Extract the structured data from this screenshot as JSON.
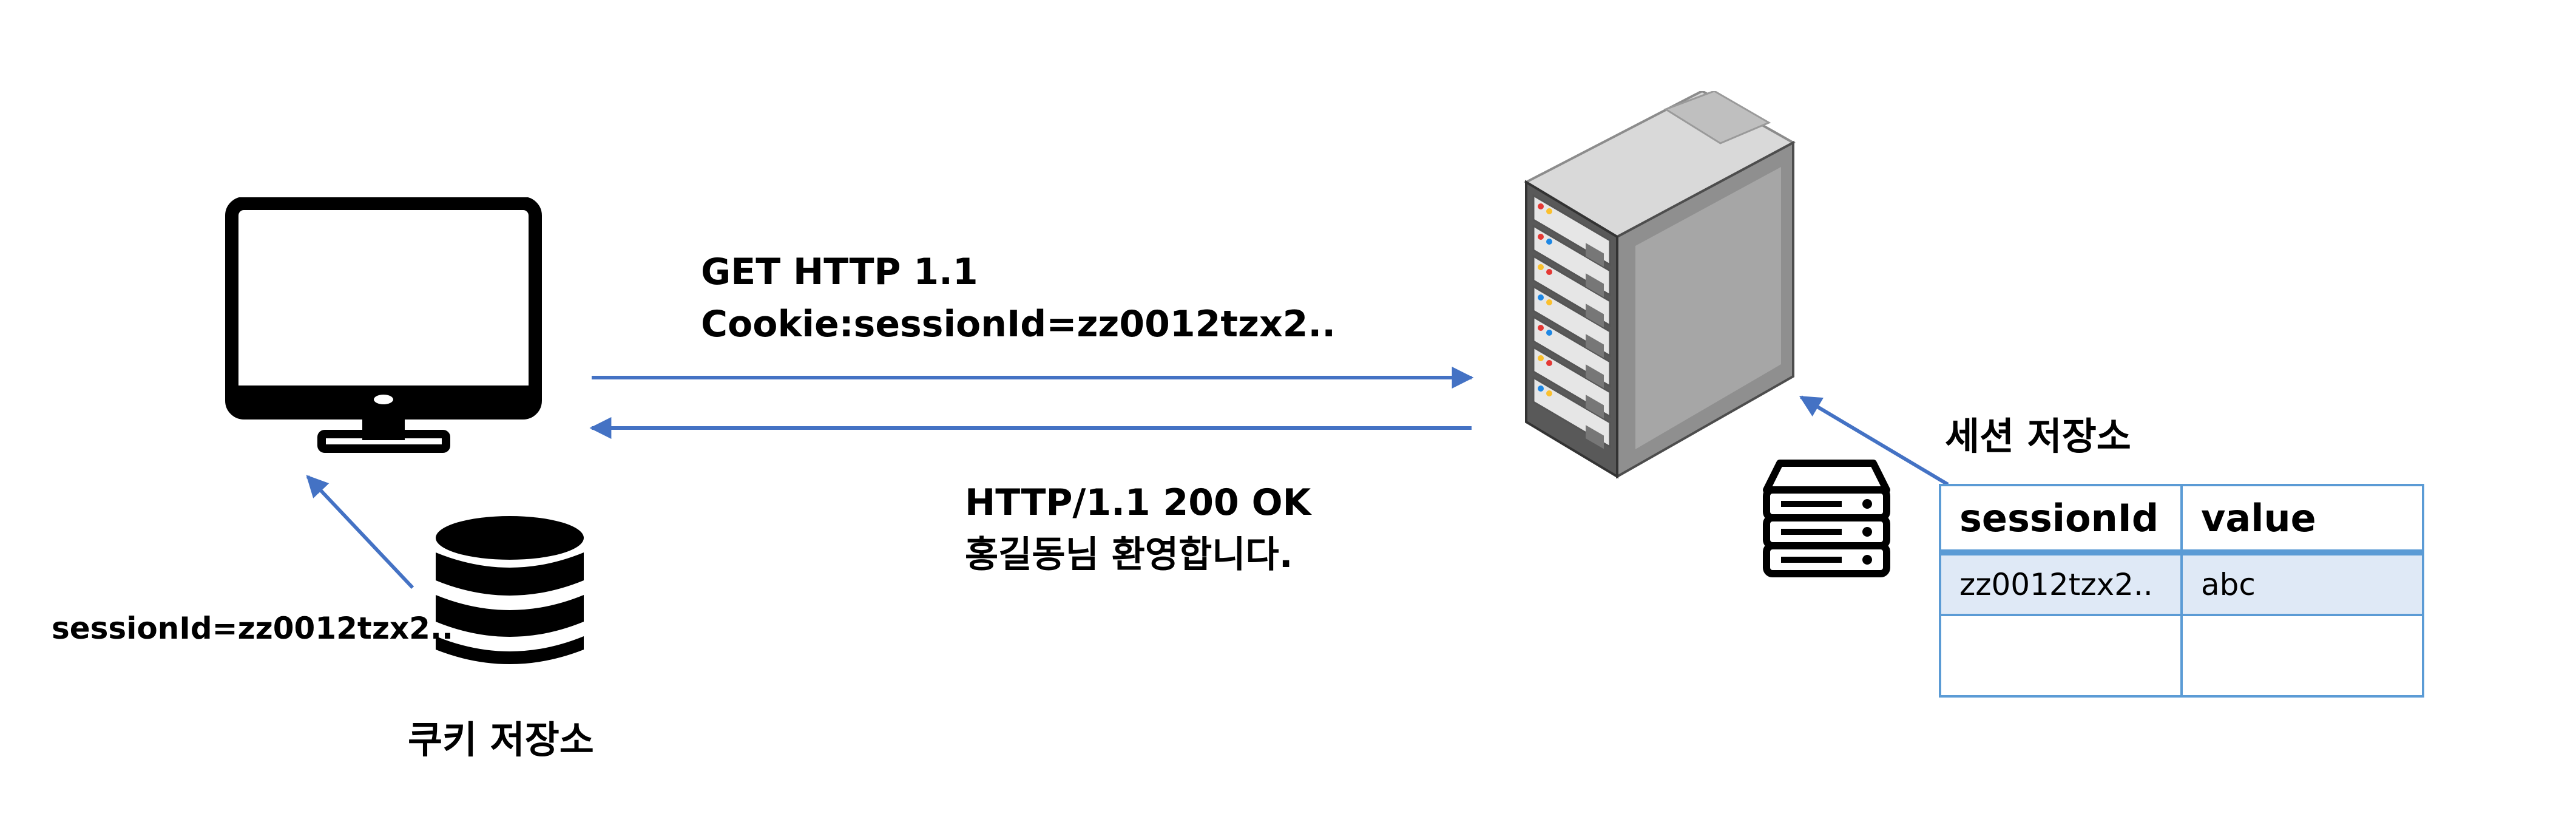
{
  "request": {
    "line1": "GET HTTP 1.1",
    "line2": "Cookie:sessionId=zz0012tzx2.."
  },
  "response": {
    "line1": "HTTP/1.1 200 OK",
    "line2": "홍길동님 환영합니다."
  },
  "cookie_store": {
    "label": "쿠키 저장소",
    "value": "sessionId=zz0012tzx2.."
  },
  "session_store": {
    "label": "세션 저장소",
    "columns": [
      "sessionId",
      "value"
    ],
    "rows": [
      [
        "zz0012tzx2..",
        "abc"
      ],
      [
        "",
        ""
      ]
    ]
  },
  "icons": {
    "client": "desktop-monitor-icon",
    "cookie_db": "database-icon",
    "server": "server-rack-icon",
    "session_db": "server-stack-icon"
  },
  "colors": {
    "arrow": "#4472c4",
    "table_border": "#5b9bd5",
    "table_row_fill": "#dfe9f6"
  }
}
